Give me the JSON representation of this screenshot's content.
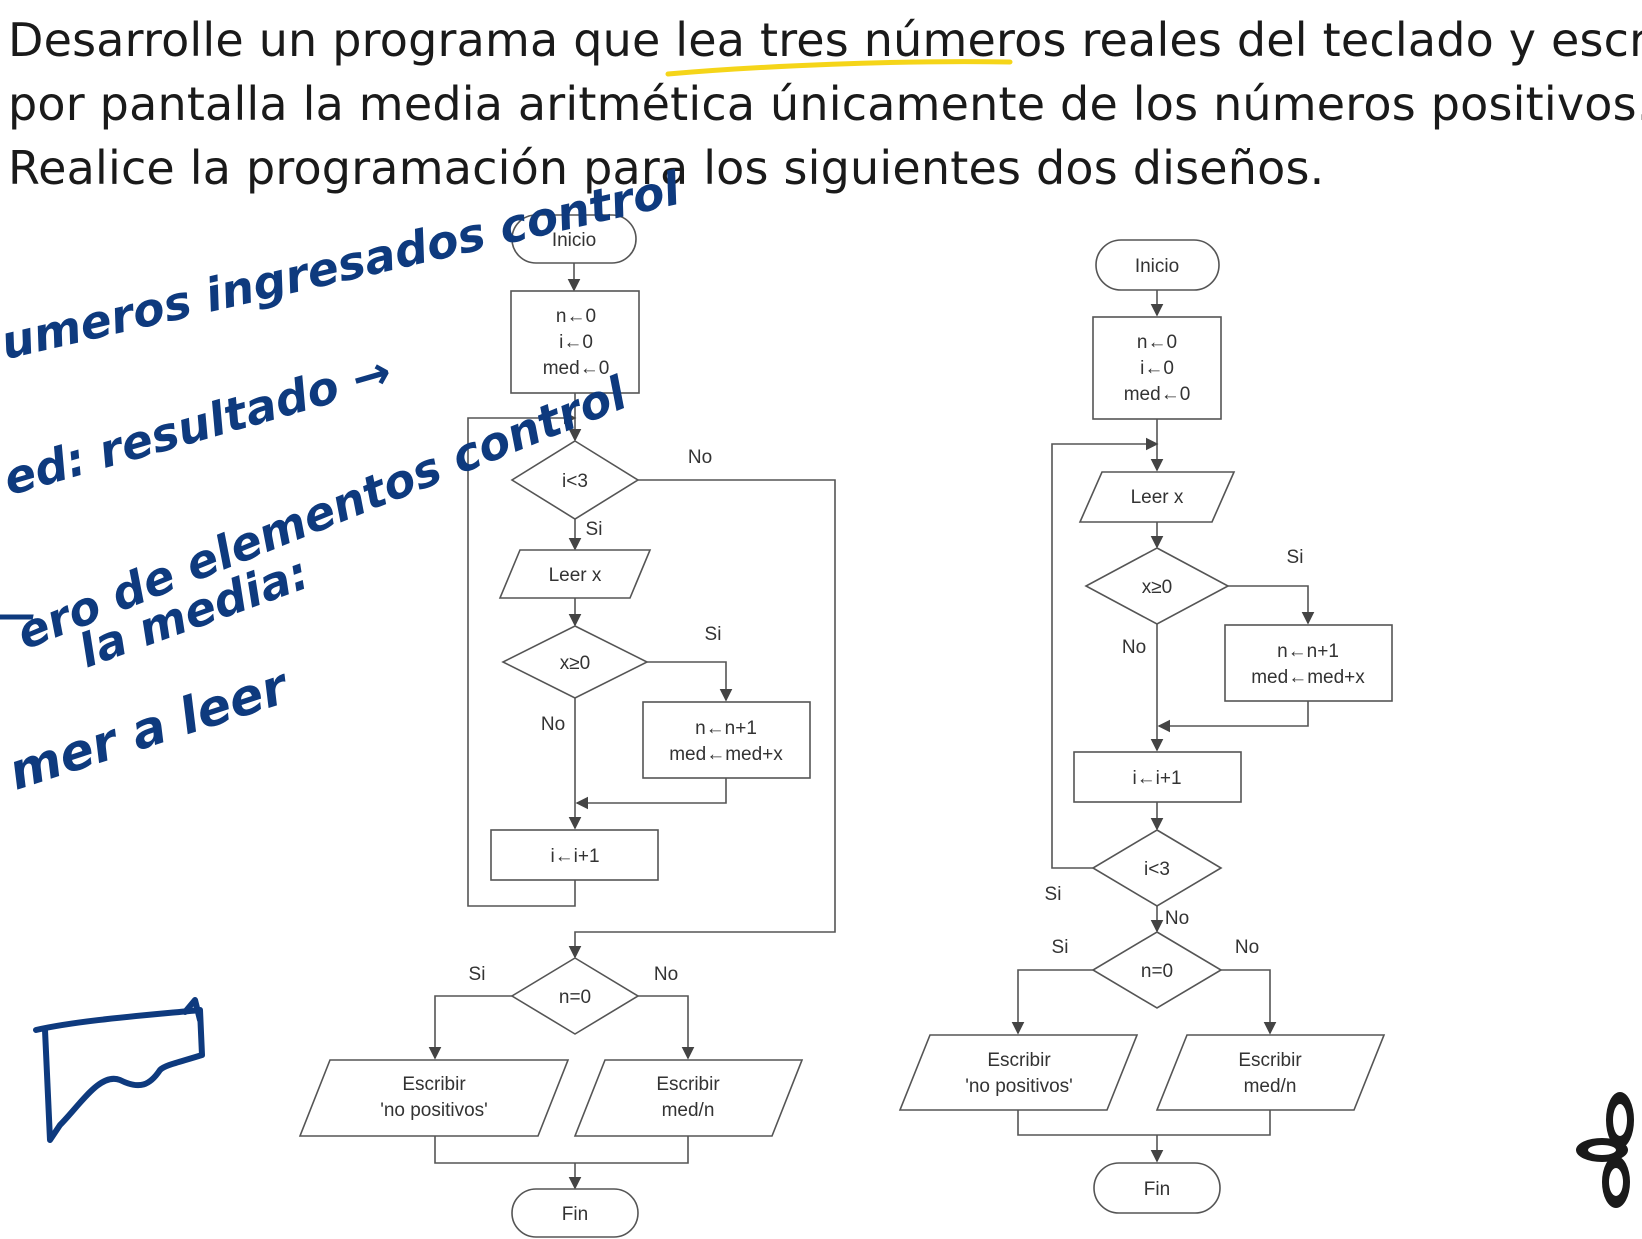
{
  "statement": {
    "line1": "Desarrolle un programa que lea tres números reales del teclado y escriba",
    "line2": "por pantalla la media aritmética únicamente de los números positivos.",
    "line3": "Realice la programación para los siguientes dos diseños."
  },
  "handwriting": {
    "note1": "umeros ingresados control",
    "note2": "ed: resultado →",
    "note3": "ero de elementos control",
    "note4": "la media:",
    "note5": "mer a leer",
    "note6": "—"
  },
  "flowchart_left": {
    "start": "Inicio",
    "init": [
      "n←0",
      "i←0",
      "med←0"
    ],
    "loop_cond": "i<3",
    "loop_no": "No",
    "loop_yes": "Si",
    "read": "Leer x",
    "check": "x≥0",
    "check_yes": "Si",
    "check_no": "No",
    "update": [
      "n←n+1",
      "med←med+x"
    ],
    "incr": "i←i+1",
    "final_cond": "n=0",
    "final_yes": "Si",
    "final_no": "No",
    "out_yes": [
      "Escribir",
      "'no positivos'"
    ],
    "out_no": [
      "Escribir",
      "med/n"
    ],
    "end": "Fin"
  },
  "flowchart_right": {
    "start": "Inicio",
    "init": [
      "n←0",
      "i←0",
      "med←0"
    ],
    "read": "Leer x",
    "check": "x≥0",
    "check_yes": "Si",
    "check_no": "No",
    "update": [
      "n←n+1",
      "med←med+x"
    ],
    "incr": "i←i+1",
    "loop_cond": "i<3",
    "loop_yes": "Si",
    "loop_no": "No",
    "final_cond": "n=0",
    "final_yes": "Si",
    "final_no": "No",
    "out_yes": [
      "Escribir",
      "'no positivos'"
    ],
    "out_no": [
      "Escribir",
      "med/n"
    ],
    "end": "Fin"
  },
  "colors": {
    "ink": "#0e3a7e",
    "highlight": "#f4d000",
    "flow_stroke": "#555555"
  }
}
